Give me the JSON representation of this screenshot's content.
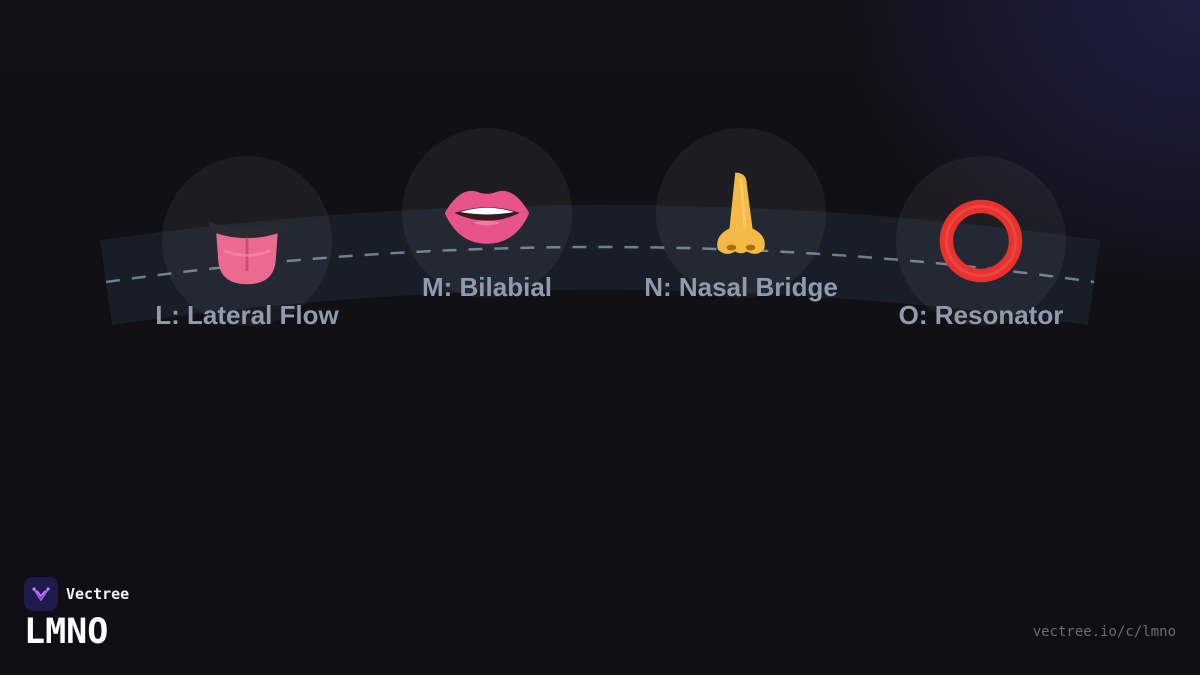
{
  "diagram": {
    "nodes": [
      {
        "id": "L",
        "label": "L: Lateral Flow",
        "icon": "tongue-icon"
      },
      {
        "id": "M",
        "label": "M: Bilabial",
        "icon": "lips-icon"
      },
      {
        "id": "N",
        "label": "N: Nasal Bridge",
        "icon": "nose-icon"
      },
      {
        "id": "O",
        "label": "O: Resonator",
        "icon": "ring-icon"
      }
    ],
    "colors": {
      "label": "#8f9bae",
      "band": "#1a202b",
      "dash": "#6f7e93",
      "tongue": "#ec6a8f",
      "lips": "#e8548a",
      "nose": "#f5b945",
      "ring": "#e8322e"
    }
  },
  "footer": {
    "brand_name": "Vectree",
    "title": "LMNO",
    "url": "vectree.io/c/lmno",
    "brand_color": "#a855f7"
  }
}
